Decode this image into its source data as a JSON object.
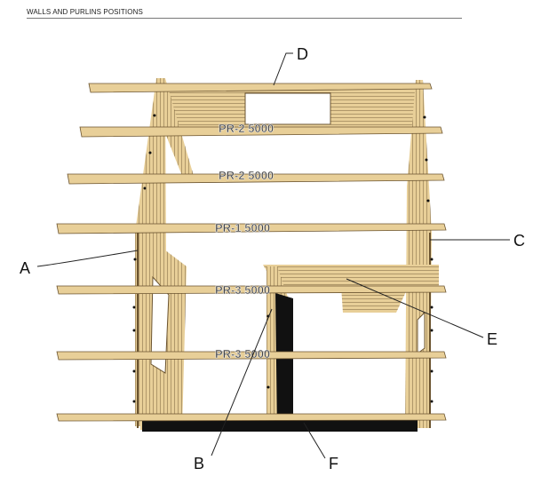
{
  "header": {
    "title": "WALLS AND PURLINS POSITIONS"
  },
  "purlin_labels": [
    {
      "text": "PR-2  5000"
    },
    {
      "text": "PR-2  5000"
    },
    {
      "text": "PR-1  5000"
    },
    {
      "text": "PR-3  5000"
    },
    {
      "text": "PR-3  5000"
    }
  ],
  "callouts": [
    {
      "letter": "A"
    },
    {
      "letter": "B"
    },
    {
      "letter": "C"
    },
    {
      "letter": "D"
    },
    {
      "letter": "E"
    },
    {
      "letter": "F"
    }
  ],
  "colors": {
    "wood": "#e8cf98",
    "wood_edge": "#6b5430",
    "wood_dark": "#b8985c",
    "shadow": "#111111"
  }
}
